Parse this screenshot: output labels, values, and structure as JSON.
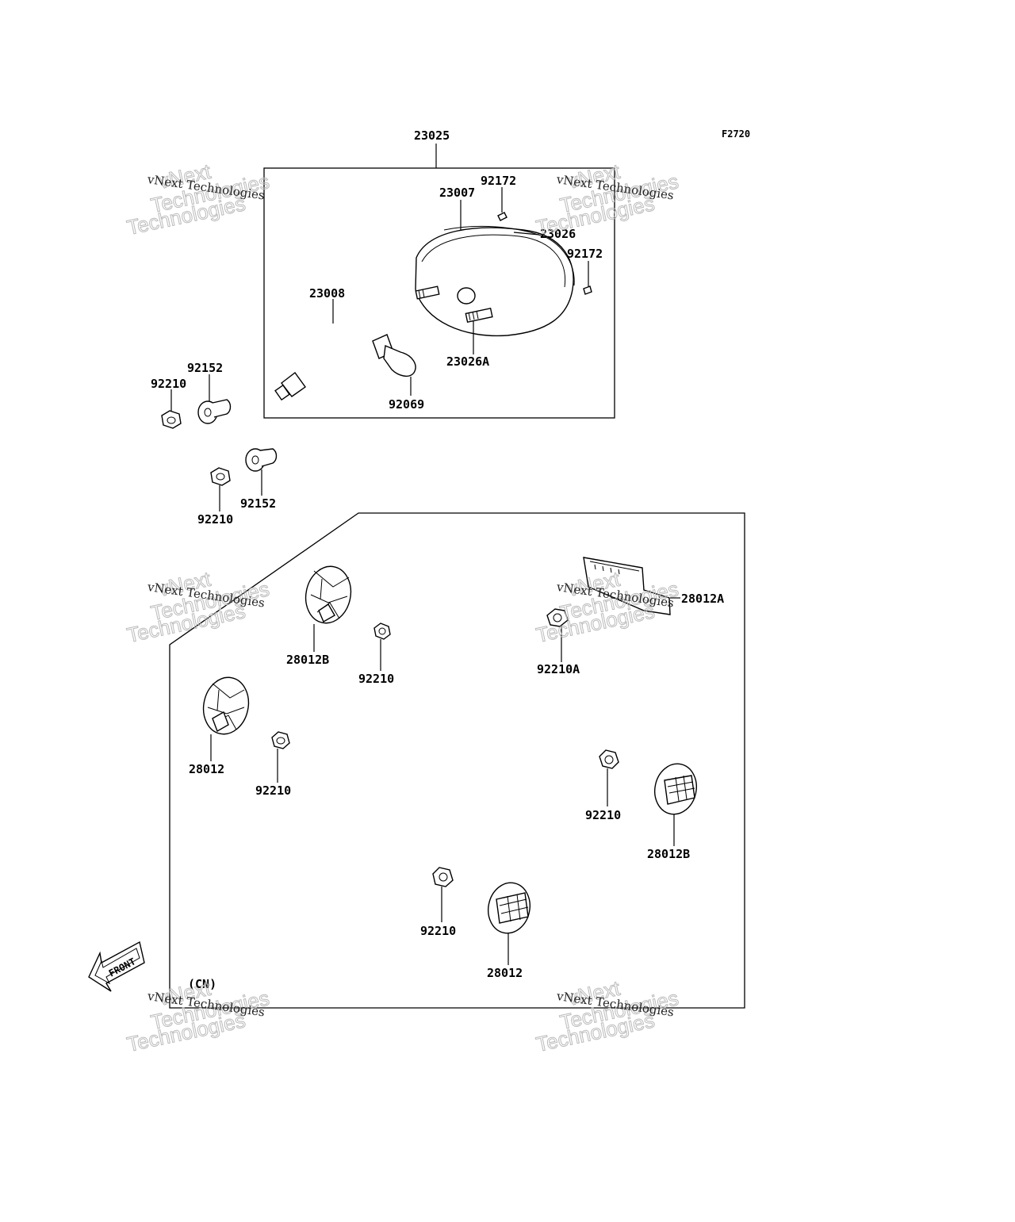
{
  "figure_code": "F2720",
  "region_label": "(CN)",
  "front_label": "FRONT",
  "watermark": {
    "line1": "vNext Technologies",
    "line2": "Technologies",
    "line3": "vNext"
  },
  "part_labels": {
    "assembly": "23025",
    "housing": "23007",
    "screw_top": "92172",
    "rim": "23026",
    "screw_right": "92172",
    "socket_wire": "23008",
    "stud": "23026A",
    "bulb": "92069",
    "collar_top": "92152",
    "nut_top": "92210",
    "collar_mid": "92152",
    "nut_mid": "92210",
    "reflector_a": "28012A",
    "nut_a": "92210A",
    "reflector_b_left": "28012B",
    "nut_b_left": "92210",
    "reflector_left": "28012",
    "nut_left": "92210",
    "nut_right": "92210",
    "reflector_b_right": "28012B",
    "nut_bottom": "92210",
    "reflector_bottom": "28012"
  }
}
